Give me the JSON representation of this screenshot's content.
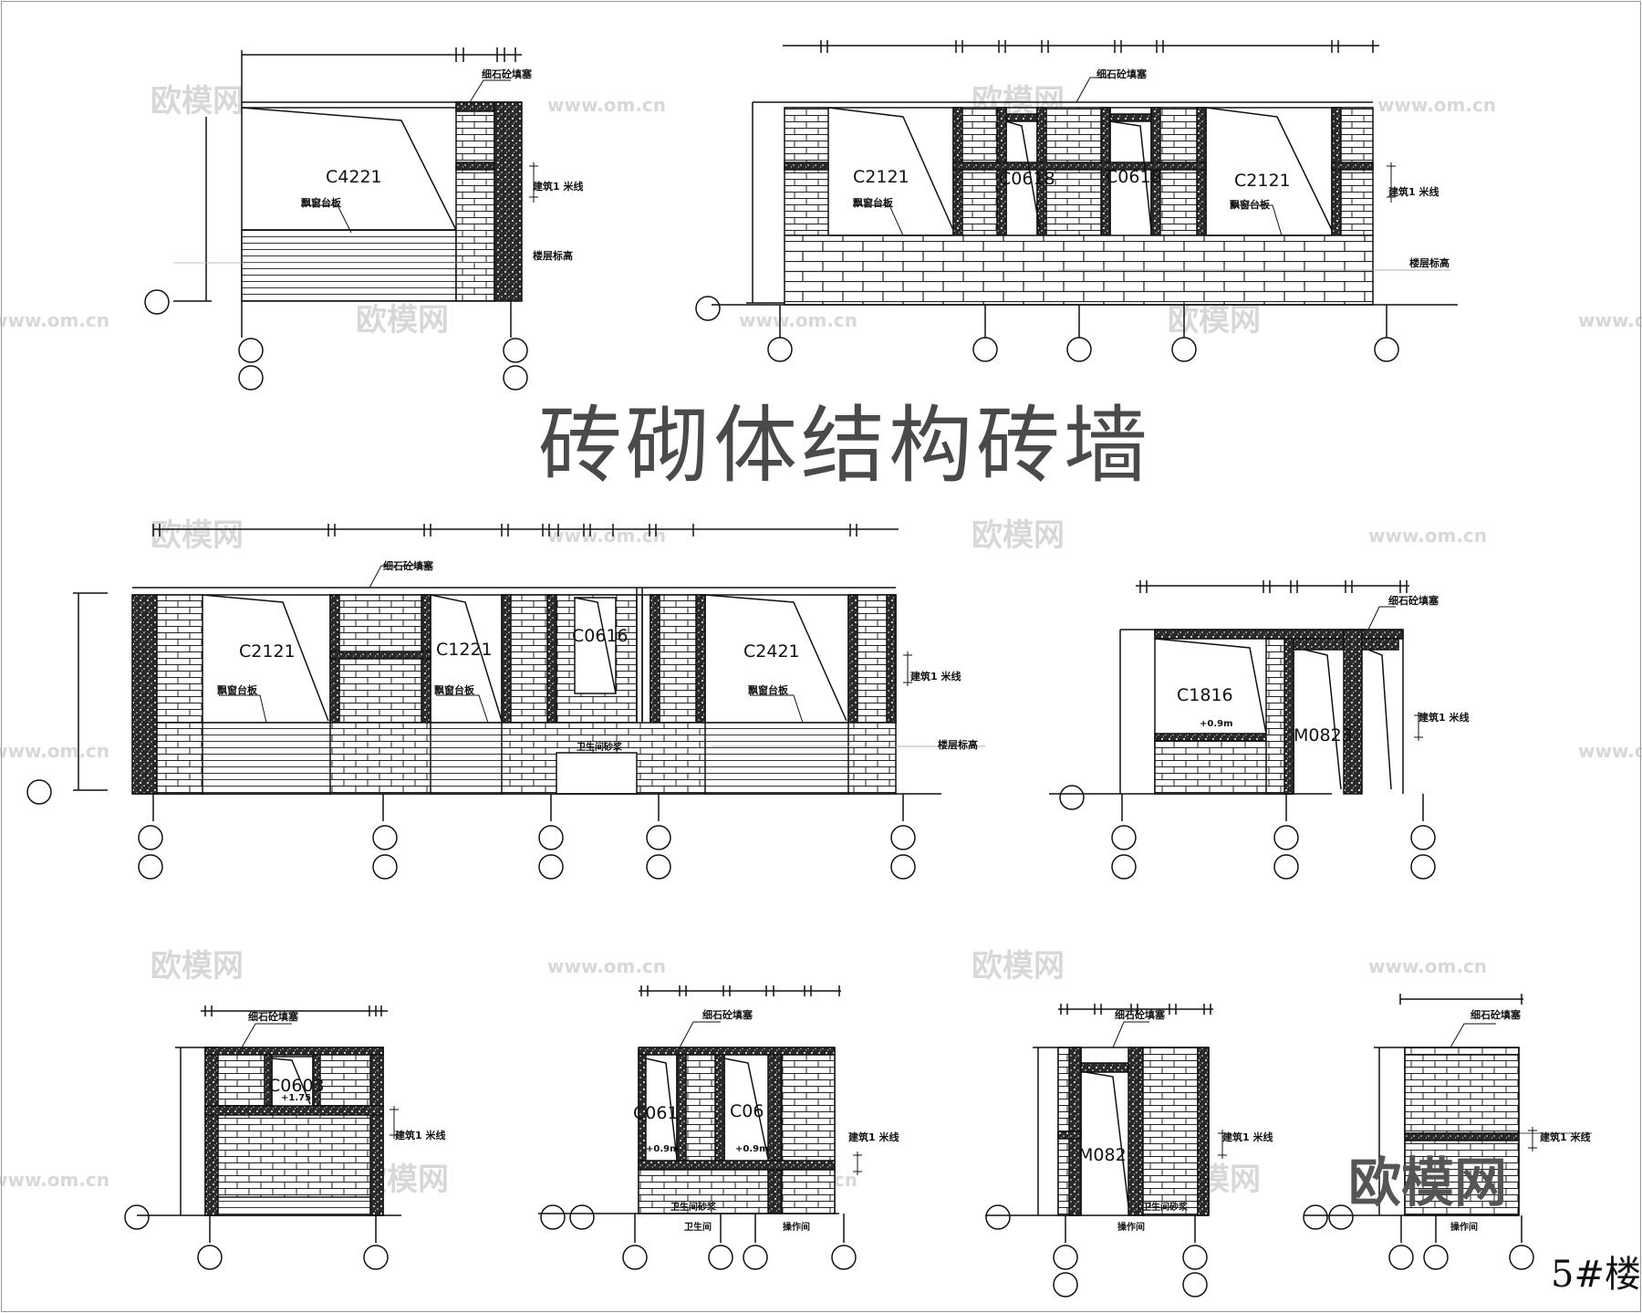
{
  "title": "砖砌体结构砖墙",
  "sheet_label": "5#楼",
  "logo_text": "欧模网",
  "watermark_cn": "欧模网",
  "watermark_url": "www.om.cn",
  "notes": {
    "infill": "细石砼填塞",
    "sill_board": "飘窗台板",
    "arch_line": "建筑1 米线",
    "floor_level": "楼层标高",
    "toilet_sand": "卫生间砂浆",
    "toilet": "卫生间",
    "operation": "操作间"
  },
  "levels": {
    "plus09": "+0.9m",
    "plus175": "+1.75"
  },
  "windows": {
    "c4221": "C4221",
    "c2121": "C2121",
    "c0618": "C0618",
    "c1221": "C1221",
    "c0616": "C0616",
    "c2421": "C2421",
    "c1816": "C1816",
    "m0823": "M0823",
    "c0603": "C0603",
    "c06a": "C061",
    "c06b": "C06",
    "m082": "M082"
  }
}
